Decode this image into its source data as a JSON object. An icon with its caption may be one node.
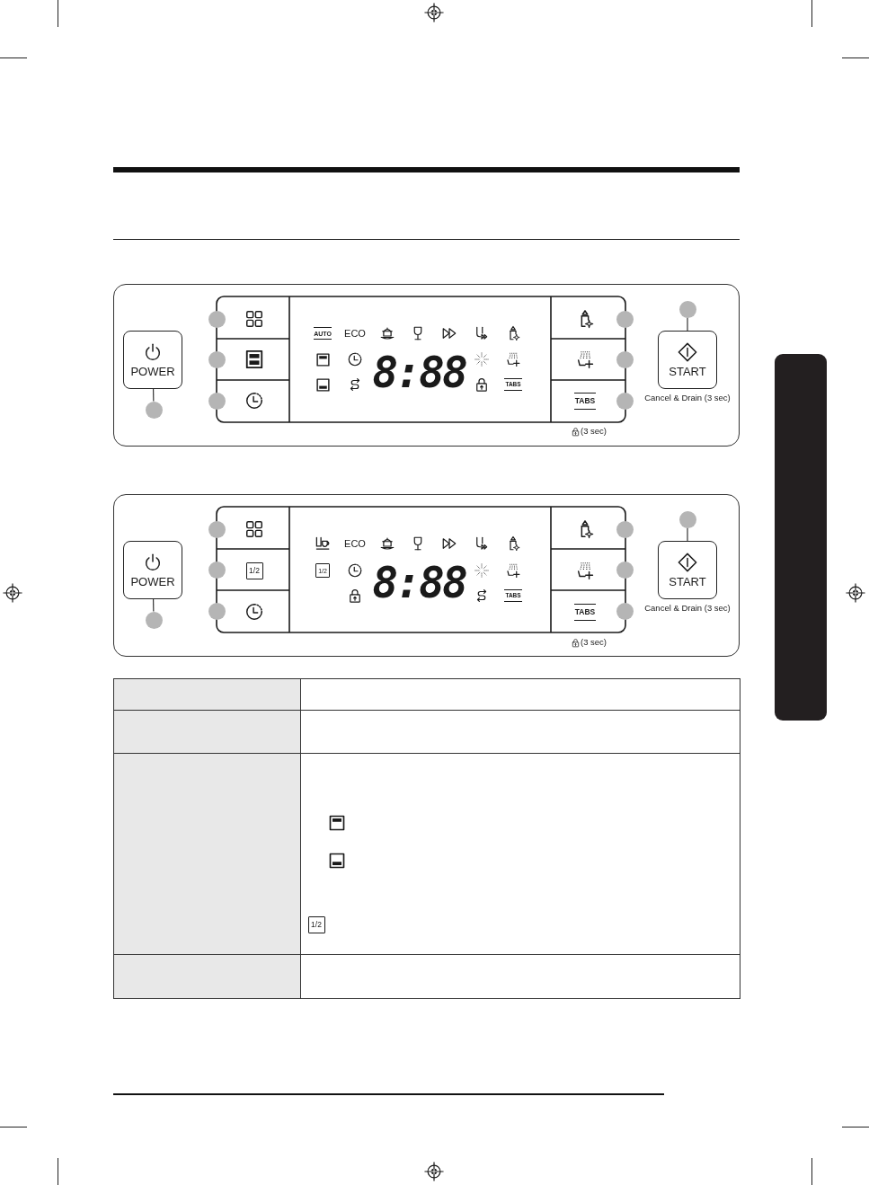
{
  "diagram": {
    "nodes": [
      {
        "text": [],
        "shape": "circle"
      },
      {
        "text": [],
        "shape": "circle"
      },
      {
        "text": [],
        "shape": "circle"
      },
      {
        "text": [
          "POWER"
        ]
      },
      {
        "text": [],
        "shape": "circle"
      },
      {
        "text": [],
        "shape": "circle"
      },
      {
        "text": [],
        "shape": "circle"
      },
      {
        "text": [],
        "shape": "circle"
      },
      {
        "text": [],
        "shape": "circle"
      },
      {
        "text": [
          "START"
        ],
        "beside": [
          "Cancel & Drain (3 sec)"
        ]
      },
      {
        "text": [],
        "shape": "circle"
      },
      {
        "text": [],
        "shape": "circle"
      },
      {
        "text": [],
        "shape": "circle"
      },
      {
        "text": [
          "POWER"
        ]
      },
      {
        "text": [],
        "shape": "circle"
      },
      {
        "text": [],
        "shape": "circle"
      },
      {
        "text": [],
        "shape": "circle"
      },
      {
        "text": [],
        "shape": "circle"
      },
      {
        "text": [],
        "shape": "circle"
      },
      {
        "text": [
          "START"
        ],
        "beside": [
          "Cancel & Drain (3 sec)"
        ]
      },
      {
        "text": [],
        "shape": "box"
      }
    ],
    "edges": [
      {
        "from": 4,
        "to": 3,
        "arrow": "none"
      },
      {
        "from": 8,
        "to": 9,
        "arrow": "none"
      },
      {
        "from": 14,
        "to": 13,
        "arrow": "none"
      },
      {
        "from": 18,
        "to": 19,
        "arrow": "none"
      }
    ],
    "labels": [
      "AUTO",
      "ECO",
      "8:88",
      "TABS",
      "TABS",
      "(3 sec)",
      "ECO",
      "1/2",
      "1/2",
      "8:88",
      "TABS",
      "TABS",
      "(3 sec)",
      "1/2"
    ]
  }
}
